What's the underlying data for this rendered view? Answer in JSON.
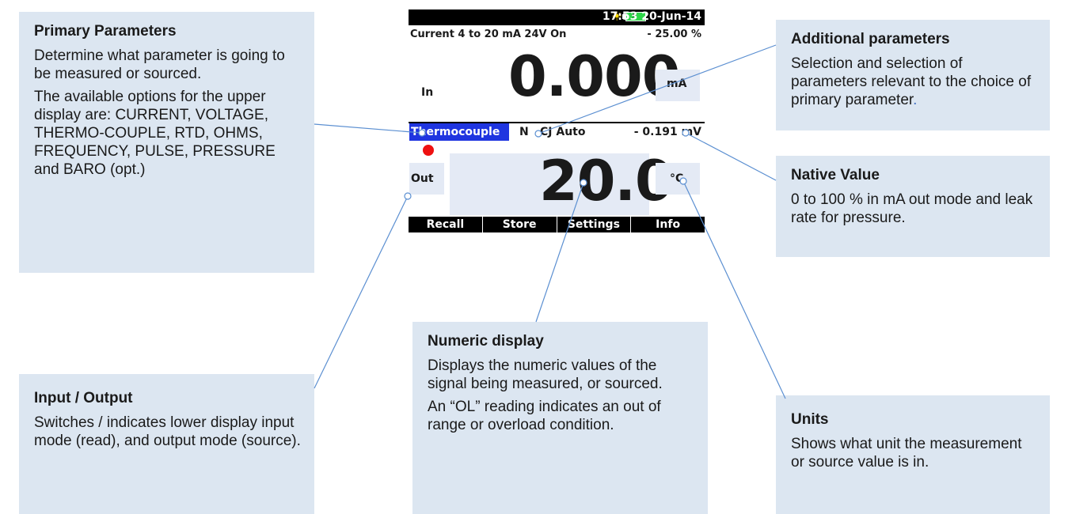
{
  "device": {
    "status": {
      "time_date": "17:53 20-Jun-14",
      "sun_icon": "☀",
      "battery_icon": "⚡"
    },
    "upper": {
      "param_line": "Current 4 to 20 mA 24V On",
      "percent": "- 25.00 %",
      "mode": "In",
      "value": "0.000",
      "unit": "mA"
    },
    "lower": {
      "param": "Thermocouple",
      "tc_type": "N",
      "cj": "CJ Auto",
      "native": "- 0.191 mV",
      "mode": "Out",
      "value": "20.0",
      "unit": "°C"
    },
    "softkeys": [
      "Recall",
      "Store",
      "Settings",
      "Info"
    ]
  },
  "callouts": {
    "primary": {
      "title": "Primary Parameters",
      "p1": "Determine what parameter is going to be measured or sourced.",
      "p2": "The available options for the upper display are: CURRENT, VOLTAGE, THERMO-COUPLE, RTD, OHMS, FREQUENCY, PULSE, PRESSURE and BARO (opt.)"
    },
    "additional": {
      "title": "Additional parameters",
      "p1": "Selection and selection of parameters relevant to the choice of primary parameter",
      "p1_end": "."
    },
    "native": {
      "title": "Native Value",
      "p1": "0 to 100 % in mA out mode and leak rate for pressure."
    },
    "io": {
      "title": "Input / Output",
      "p1": "Switches / indicates lower display input mode (read), and output mode (source)."
    },
    "numeric": {
      "title": "Numeric display",
      "p1": "Displays the numeric values of the signal being measured, or sourced.",
      "p2": "An “OL” reading indicates an out of range or overload condition."
    },
    "units": {
      "title": "Units",
      "p1": "Shows what unit the measurement or source value is in."
    }
  },
  "colors": {
    "callout_bg": "#dce6f1",
    "leader_line": "#5b8fd1",
    "highlight": "#1f35e0",
    "accent": "#4472c4"
  }
}
